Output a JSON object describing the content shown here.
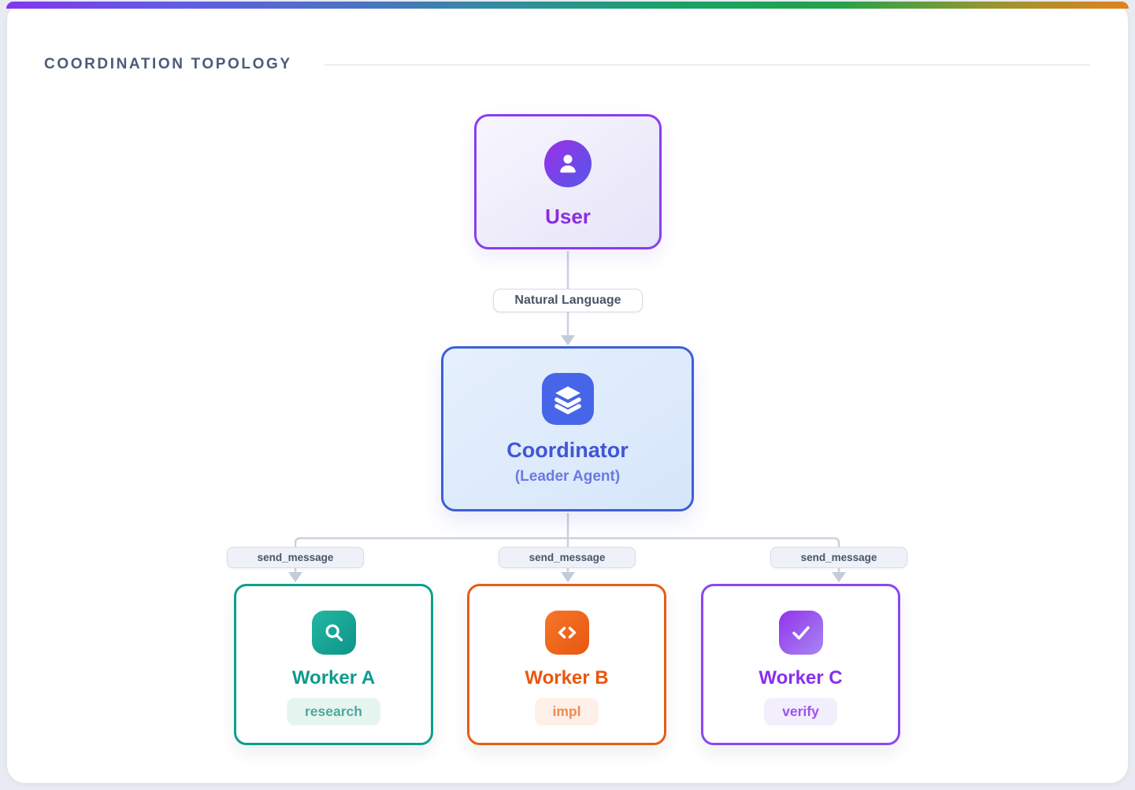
{
  "header": {
    "title": "COORDINATION TOPOLOGY"
  },
  "diagram": {
    "user": {
      "label": "User",
      "icon": "user-icon"
    },
    "edge_user_coordinator": {
      "label": "Natural Language"
    },
    "coordinator": {
      "label": "Coordinator",
      "sublabel": "(Leader Agent)",
      "icon": "layers-icon"
    },
    "edges_coordinator_workers": [
      {
        "label": "send_message"
      },
      {
        "label": "send_message"
      },
      {
        "label": "send_message"
      }
    ],
    "workers": [
      {
        "label": "Worker A",
        "badge": "research",
        "icon": "search-icon",
        "accent": "#0d9f8a"
      },
      {
        "label": "Worker B",
        "badge": "impl",
        "icon": "code-icon",
        "accent": "#e65c14"
      },
      {
        "label": "Worker C",
        "badge": "verify",
        "icon": "check-icon",
        "accent": "#8b46f2"
      }
    ]
  },
  "colors": {
    "topbar_gradient": [
      "#8435ee",
      "#635ae6",
      "#4b74c0",
      "#2f8f9a",
      "#1aa06b",
      "#22a34a",
      "#99962e",
      "#e2811d"
    ],
    "connector": "#c9d2de",
    "page_background": "#e9ebf3",
    "user_accent": "#8a2ce4",
    "coordinator_accent": "#4056d6",
    "header_text": "#4b5b79"
  }
}
